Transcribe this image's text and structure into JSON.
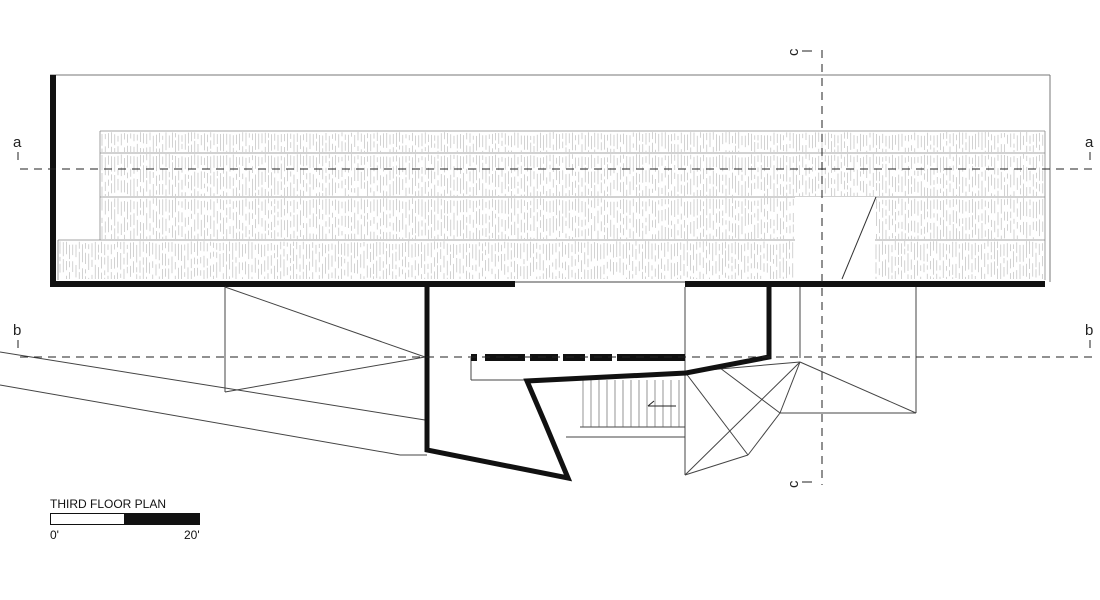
{
  "title": "THIRD FLOOR PLAN",
  "scale_bar": {
    "start_label": "0'",
    "end_label": "20'"
  },
  "section_marks": {
    "a_left": "a",
    "a_right": "a",
    "b_left": "b",
    "b_right": "b",
    "c_top": "c",
    "c_bottom": "c"
  },
  "colors": {
    "ink": "#111111",
    "hatch": "#b5b5b5",
    "thin": "#555555"
  }
}
